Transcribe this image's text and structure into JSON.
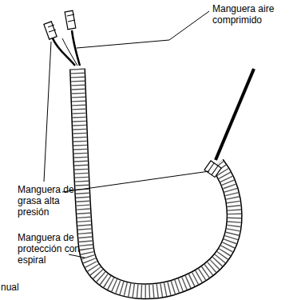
{
  "diagram": {
    "labels": [
      "Manguera aire comprimido",
      "Manguera de grasa alta presión",
      "Manguera de protección con espiral",
      "nual"
    ]
  }
}
